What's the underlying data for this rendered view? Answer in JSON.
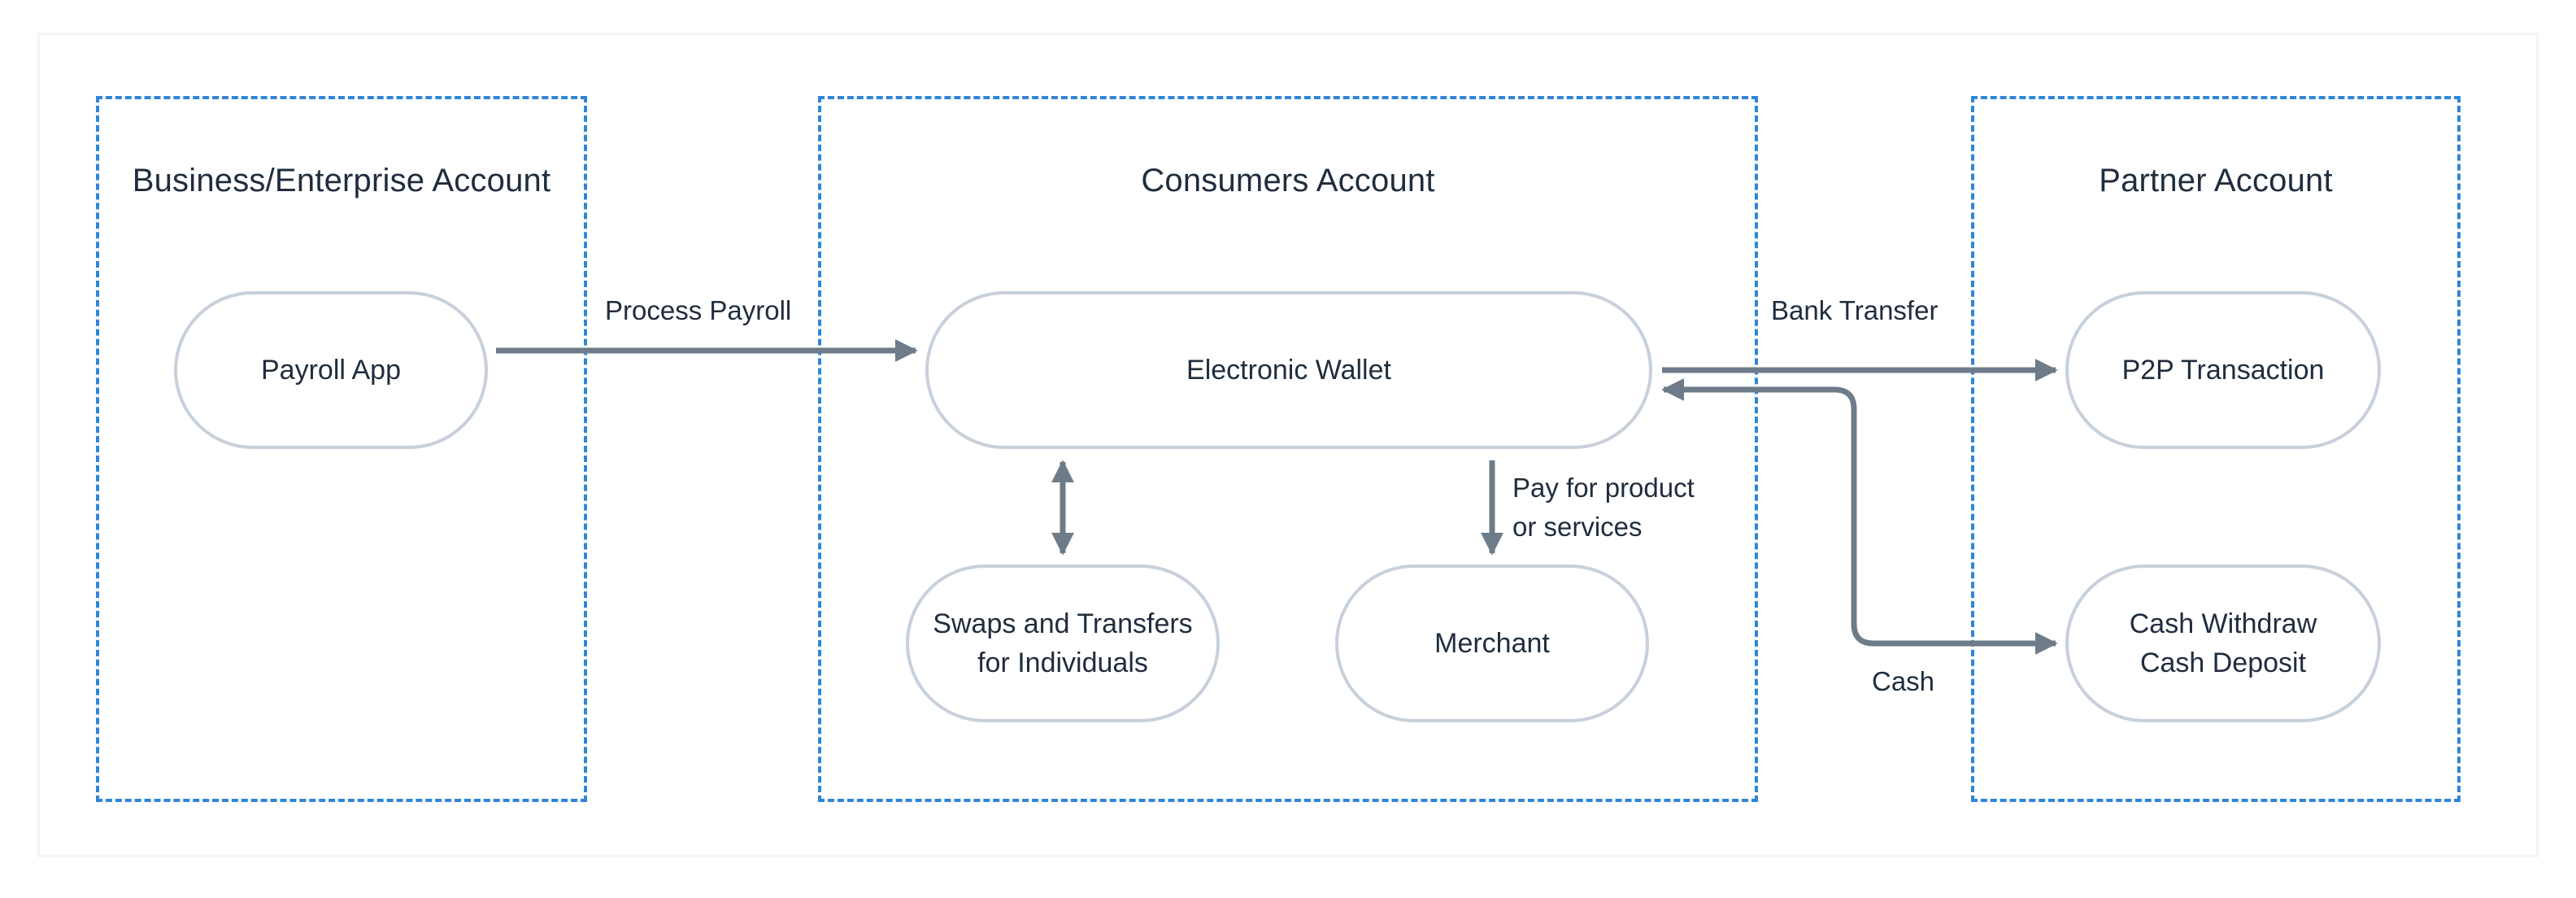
{
  "groups": {
    "business": {
      "title": "Business/Enterprise Account"
    },
    "consumers": {
      "title": "Consumers Account"
    },
    "partner": {
      "title": "Partner Account"
    }
  },
  "nodes": {
    "payroll_app": {
      "label": "Payroll App"
    },
    "electronic_wallet": {
      "label": "Electronic Wallet"
    },
    "swaps": {
      "line1": "Swaps and Transfers",
      "line2": "for Individuals"
    },
    "merchant": {
      "label": "Merchant"
    },
    "p2p": {
      "label": "P2P Transaction"
    },
    "cash": {
      "line1": "Cash Withdraw",
      "line2": "Cash Deposit"
    }
  },
  "edges": {
    "process_payroll": "Process Payroll",
    "pay_for_product_line1": "Pay for product",
    "pay_for_product_line2": "or services",
    "bank_transfer": "Bank Transfer",
    "cash": "Cash"
  },
  "colors": {
    "group_border": "#2f86d8",
    "node_border": "#c7d0db",
    "edge": "#6e7b89",
    "text": "#1f2d3d"
  }
}
